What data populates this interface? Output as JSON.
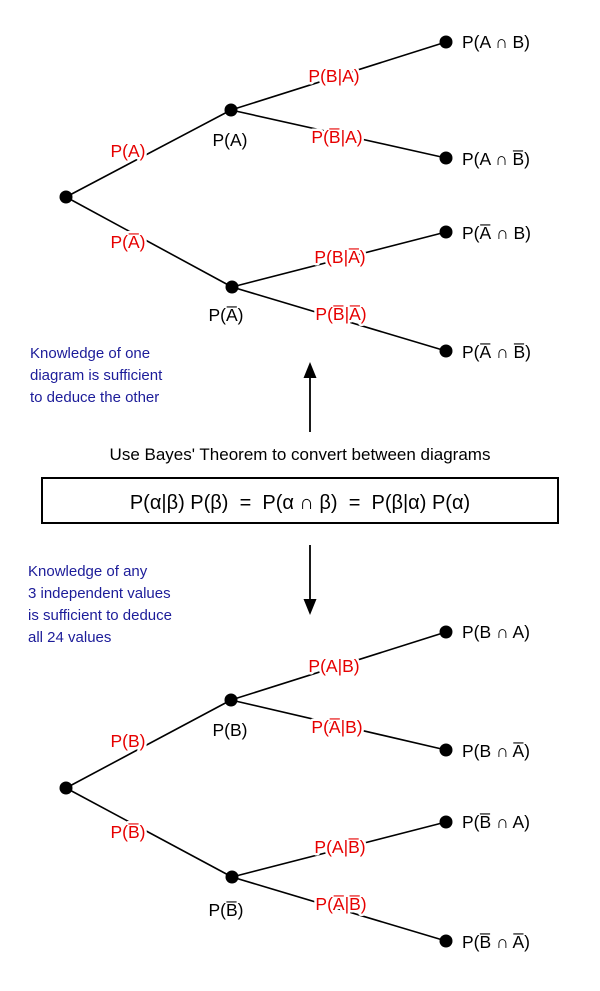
{
  "colors": {
    "branch_label": "#e60000",
    "note_text": "#1c1c99",
    "line": "#000000",
    "background": "#ffffff"
  },
  "top_tree": {
    "branch_labels": {
      "a": "P(A)",
      "not_a": "P(A̅)",
      "b_given_a": "P(B|A)",
      "notb_given_a": "P(B̅|A)",
      "b_given_nota": "P(B|A̅)",
      "notb_given_nota": "P(B̅|A̅)"
    },
    "node_labels": {
      "a": "P(A)",
      "not_a": "P(A̅)"
    },
    "leaf_labels": {
      "a_and_b": "P(A ∩ B)",
      "a_and_notb": "P(A ∩ B̅)",
      "nota_and_b": "P(A̅ ∩ B)",
      "nota_and_notb": "P(A̅ ∩ B̅)"
    }
  },
  "middle": {
    "note_top": {
      "line1": "Knowledge of one",
      "line2": "diagram is sufficient",
      "line3": "to deduce the other"
    },
    "caption": "Use Bayes' Theorem to convert between diagrams",
    "formula": "P(α|β) P(β)  =  P(α ∩ β)  =  P(β|α) P(α)",
    "note_bottom": {
      "line1": "Knowledge of any",
      "line2": "3 independent values",
      "line3": "is sufficient to deduce",
      "line4": "all 24 values"
    }
  },
  "bottom_tree": {
    "branch_labels": {
      "b": "P(B)",
      "not_b": "P(B̅)",
      "a_given_b": "P(A|B)",
      "nota_given_b": "P(A̅|B)",
      "a_given_notb": "P(A|B̅)",
      "nota_given_notb": "P(A̅|B̅)"
    },
    "node_labels": {
      "b": "P(B)",
      "not_b": "P(B̅)"
    },
    "leaf_labels": {
      "b_and_a": "P(B ∩ A)",
      "b_and_nota": "P(B ∩ A̅)",
      "notb_and_a": "P(B̅ ∩ A)",
      "notb_and_nota": "P(B̅ ∩ A̅)"
    }
  }
}
